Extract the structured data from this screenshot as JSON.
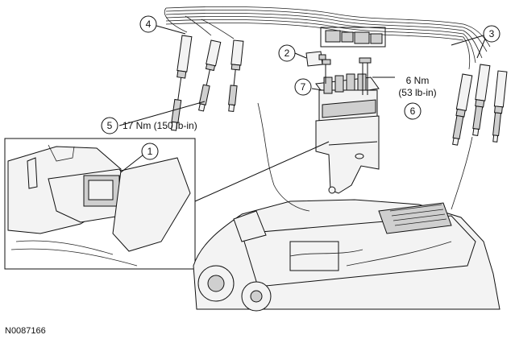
{
  "figure_id": "N0087166",
  "callouts": [
    {
      "number": "1"
    },
    {
      "number": "2"
    },
    {
      "number": "3"
    },
    {
      "number": "4"
    },
    {
      "number": "5",
      "torque": "17 Nm (150 lb-in)"
    },
    {
      "number": "6",
      "torque_nm": "6 Nm",
      "torque_lbin": "(53 lb-in)"
    },
    {
      "number": "7"
    }
  ]
}
